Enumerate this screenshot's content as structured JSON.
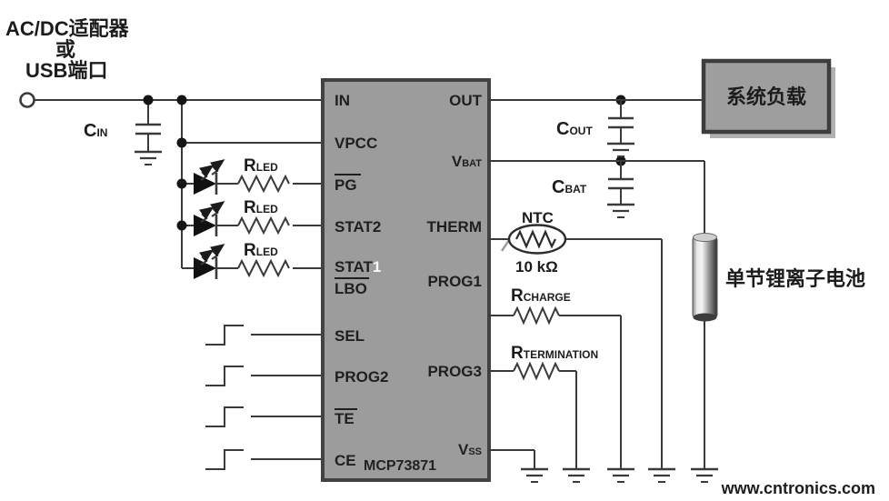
{
  "source": {
    "line1": "AC/DC适配器",
    "line2": "或",
    "line3": "USB端口"
  },
  "chip": {
    "name": "MCP73871",
    "pins_left": {
      "in": "IN",
      "vpcc": "VPCC",
      "pg": "PG",
      "stat2": "STAT2",
      "stat1_text": "STAT",
      "stat1_digit": "1",
      "lbo": "LBO",
      "sel": "SEL",
      "prog2": "PROG2",
      "te": "TE",
      "ce": "CE"
    },
    "pins_right": {
      "out": "OUT",
      "vbat_main": "V",
      "vbat_sub": "BAT",
      "therm": "THERM",
      "prog1": "PROG1",
      "prog3": "PROG3",
      "vss_main": "V",
      "vss_sub": "SS"
    }
  },
  "components": {
    "cin": {
      "main": "C",
      "sub": "IN"
    },
    "cout": {
      "main": "C",
      "sub": "OUT"
    },
    "cbat": {
      "main": "C",
      "sub": "BAT"
    },
    "rled": {
      "main": "R",
      "sub": "LED"
    },
    "rcharge": {
      "main": "R",
      "sub": "CHARGE"
    },
    "rtermination": {
      "main": "R",
      "sub": "TERMINATION"
    },
    "ntc": {
      "label": "NTC",
      "value": "10 kΩ"
    }
  },
  "blocks": {
    "system_load": "系统负载",
    "battery_label": "单节锂离子电池"
  },
  "watermark": "www.cntronics.com",
  "colors": {
    "wire": "#3a3a3a",
    "chip_fill": "#9c9c9c",
    "chip_border": "#424242",
    "box_fill": "#9e9e9e",
    "watermark": "#a6d89b"
  }
}
